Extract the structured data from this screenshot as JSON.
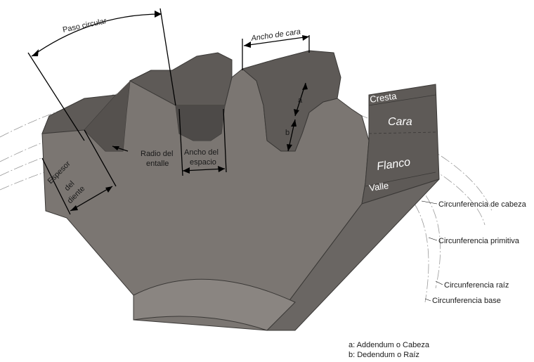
{
  "labels": {
    "paso_circular": "Paso circular",
    "ancho_cara": "Ancho de cara",
    "cresta": "Cresta",
    "cara": "Cara",
    "flanco": "Flanco",
    "valle": "Valle",
    "a": "a",
    "b": "b",
    "radio_entalle_1": "Radio del",
    "radio_entalle_2": "entalle",
    "ancho_espacio_1": "Ancho del",
    "ancho_espacio_2": "espacio",
    "espesor_1": "Espesor",
    "espesor_2": "del",
    "espesor_3": "diente",
    "circ_cabeza": "Circunferencia de cabeza",
    "circ_primitiva": "Circunferencia primitiva",
    "circ_raiz": "Circunferencia raíz",
    "circ_base": "Circunferencia base"
  },
  "legend": {
    "a": "a: Addendum o Cabeza",
    "b": "b: Dedendum o Raíz"
  },
  "colors": {
    "face": "#7b7672",
    "side": "#5e5a57",
    "dark": "#4d4a48",
    "edge": "#3a3836"
  }
}
